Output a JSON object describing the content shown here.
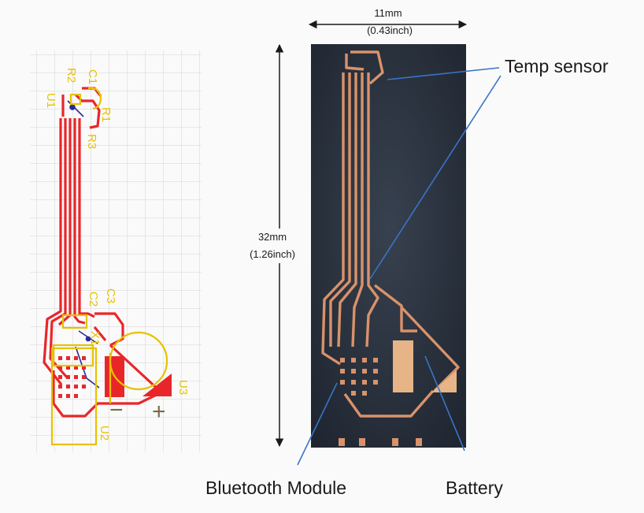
{
  "dimensions": {
    "width_mm": "11mm",
    "width_inch": "(0.43inch)",
    "height_mm": "32mm",
    "height_inch": "(1.26inch)"
  },
  "labels": {
    "temp_sensor": "Temp sensor",
    "bluetooth_module": "Bluetooth Module",
    "battery": "Battery"
  },
  "silkscreen": [
    "C1",
    "R2",
    "U1",
    "R1",
    "R3",
    "C2",
    "C3",
    "X1",
    "U3",
    "U2"
  ],
  "polarity": {
    "minus": "−",
    "plus": "+"
  },
  "colors": {
    "trace_red": "#e8262a",
    "silkscreen_yellow": "#e6c200",
    "via_blue": "#2a2a9a",
    "board_dark": "#2b3340",
    "copper": "#d9926a",
    "leader_blue": "#3a74c7"
  }
}
